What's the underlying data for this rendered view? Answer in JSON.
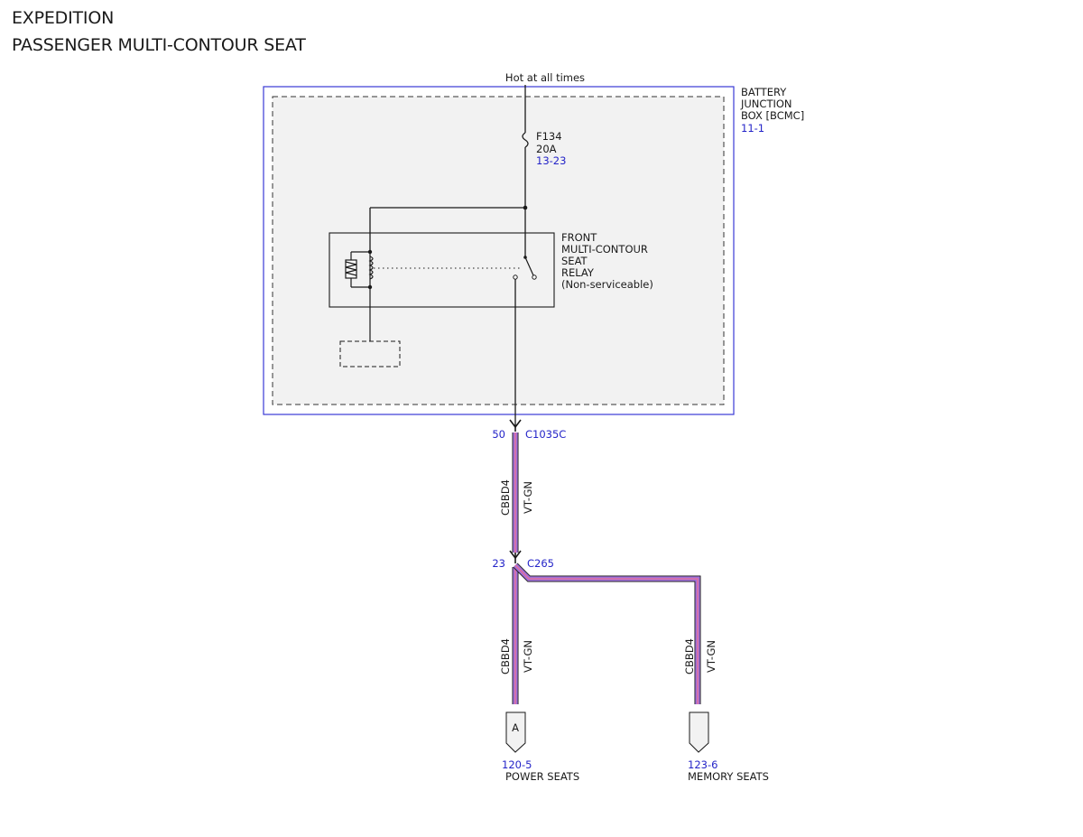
{
  "header": {
    "vehicle": "EXPEDITION",
    "system": "PASSENGER MULTI-CONTOUR SEAT"
  },
  "power_source": {
    "label": "Hot at all times"
  },
  "junction_box": {
    "name_lines": [
      "BATTERY",
      "JUNCTION",
      "BOX [BCMC]"
    ],
    "ref": "11-1",
    "border_color": "#3a3ad6"
  },
  "fuse": {
    "id": "F134",
    "rating": "20A",
    "ref": "13-23"
  },
  "relay": {
    "name_lines": [
      "FRONT",
      "MULTI-CONTOUR",
      "SEAT",
      "RELAY",
      "(Non-serviceable)"
    ]
  },
  "connectors": [
    {
      "pin": "50",
      "id": "C1035C"
    },
    {
      "pin": "23",
      "id": "C265"
    }
  ],
  "wire": {
    "circuit": "CBBD4",
    "color_code": "VT-GN",
    "stripe_colors": [
      "#a070d8",
      "#e070a0"
    ]
  },
  "destinations": [
    {
      "letter": "A",
      "ref": "120-5",
      "label": "POWER SEATS"
    },
    {
      "letter": "",
      "ref": "123-6",
      "label": "MEMORY SEATS"
    }
  ]
}
